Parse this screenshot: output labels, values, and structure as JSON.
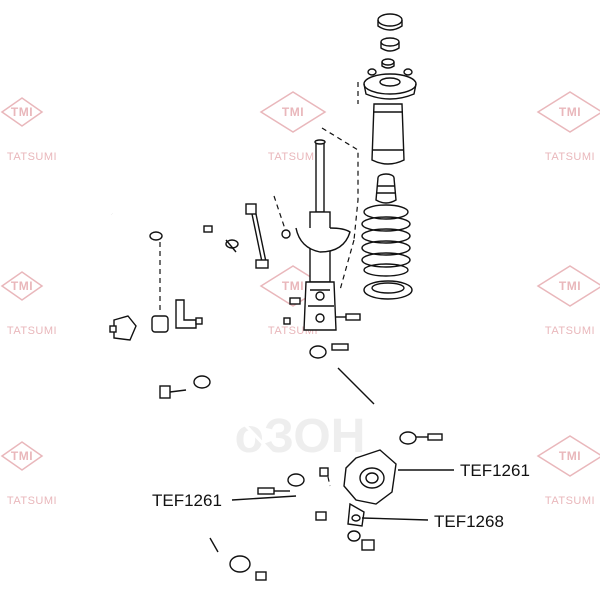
{
  "watermark": {
    "brand_mark": "TMI",
    "brand_name": "TATSUMI",
    "secondary_mark": "оЗОН",
    "color": "#e9b7bb"
  },
  "callouts": [
    {
      "id": "callout-1",
      "label": "TEF1261"
    },
    {
      "id": "callout-2",
      "label": "TEF1261"
    },
    {
      "id": "callout-3",
      "label": "TEF1268"
    }
  ]
}
